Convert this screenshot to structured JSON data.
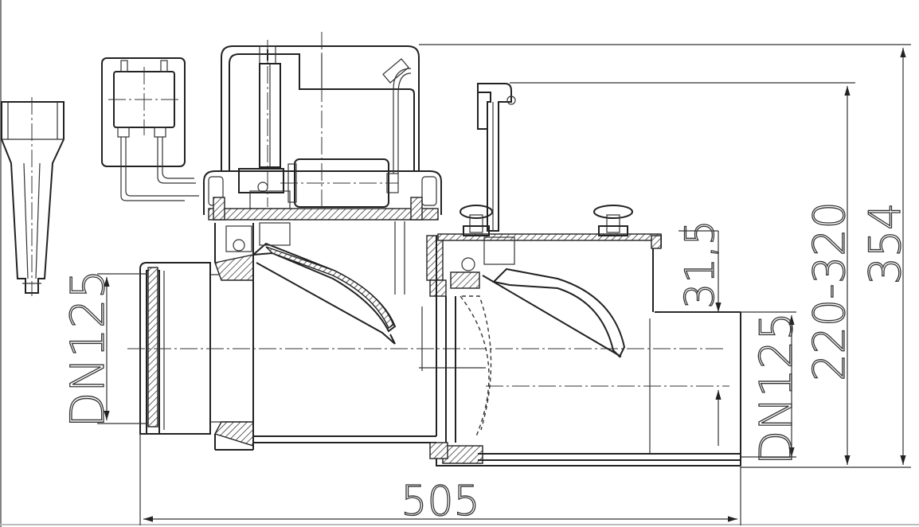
{
  "dimensions": {
    "inlet_diameter": "DN125",
    "outlet_diameter": "DN125",
    "overall_length": "505",
    "height_range": "220-320",
    "overall_height": "354",
    "offset": "31,5"
  }
}
